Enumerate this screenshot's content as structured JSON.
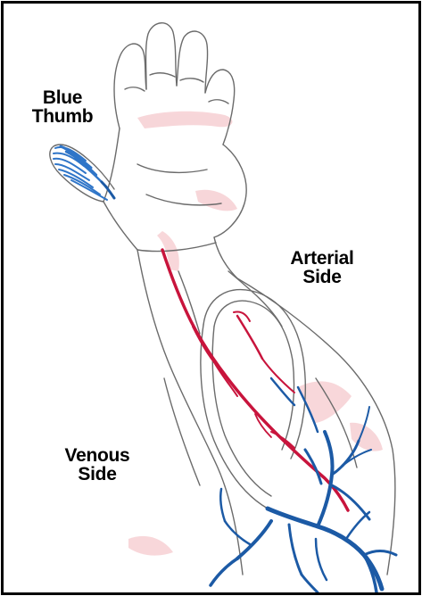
{
  "labels": {
    "blue_thumb": [
      "Blue",
      "Thumb"
    ],
    "arterial_side": [
      "Arterial",
      "Side"
    ],
    "venous_side": [
      "Venous",
      "Side"
    ]
  },
  "colors": {
    "outline": "#6b6b6b",
    "artery": "#c8143c",
    "vein": "#1c5aa5",
    "skin_tint": "#f2b6bb",
    "thumb": "#2f75c8"
  }
}
